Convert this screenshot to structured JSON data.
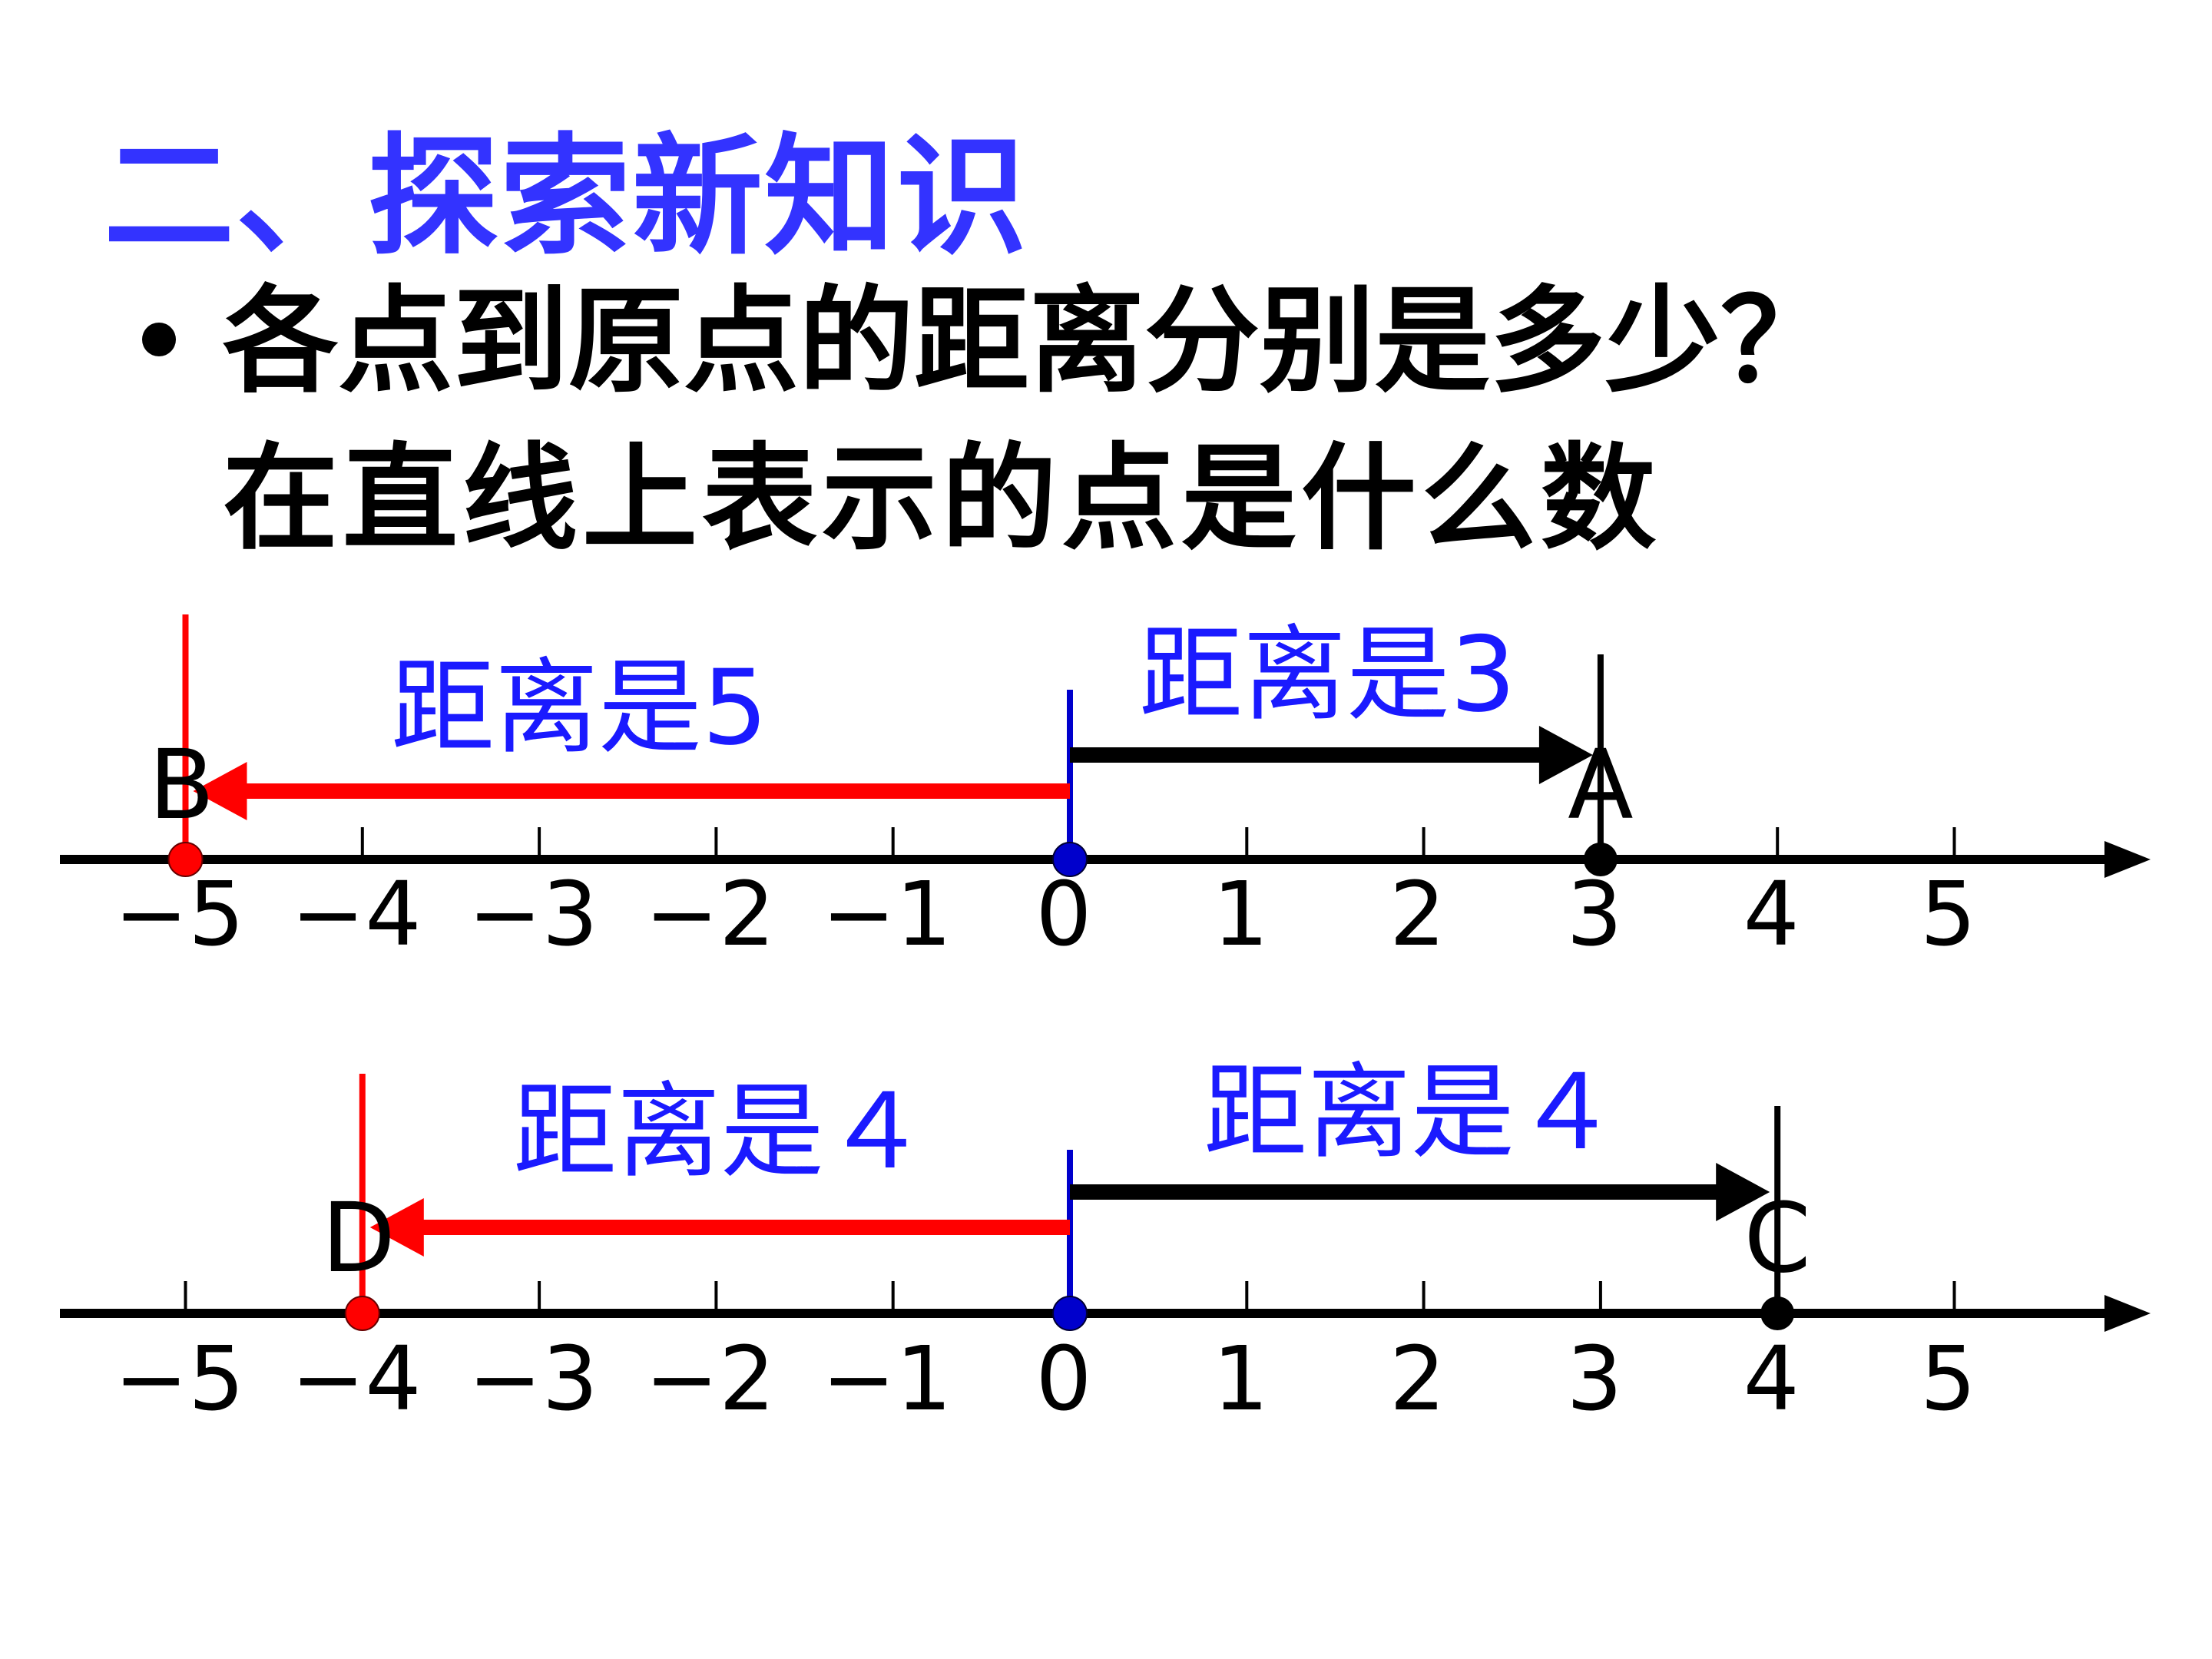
{
  "title": "二、探索新知识",
  "question": "各点到原点的距离分别是多少？",
  "question_overlay": "在直线上表示的点是什么数",
  "colors": {
    "title": "#3333ff",
    "label": "#1a1aff",
    "left_arrow": "#ff0000",
    "right_arrow": "#000000",
    "origin": "#0000cc"
  },
  "chart_data": {
    "type": "number-line",
    "lines": [
      {
        "ticks": [
          "−5",
          "−4",
          "−3",
          "−2",
          "−1",
          "0",
          "1",
          "2",
          "3",
          "4",
          "5"
        ],
        "left_point": {
          "label": "B",
          "value": -5
        },
        "right_point": {
          "label": "A",
          "value": 3
        },
        "left_text": "距离是5",
        "right_text": "距离是3"
      },
      {
        "ticks": [
          "−5",
          "−4",
          "−3",
          "−2",
          "−1",
          "0",
          "1",
          "2",
          "3",
          "4",
          "5"
        ],
        "left_point": {
          "label": "D",
          "value": -4
        },
        "right_point": {
          "label": "C",
          "value": 4
        },
        "left_text": "距离是４",
        "right_text": "距离是４"
      }
    ]
  }
}
